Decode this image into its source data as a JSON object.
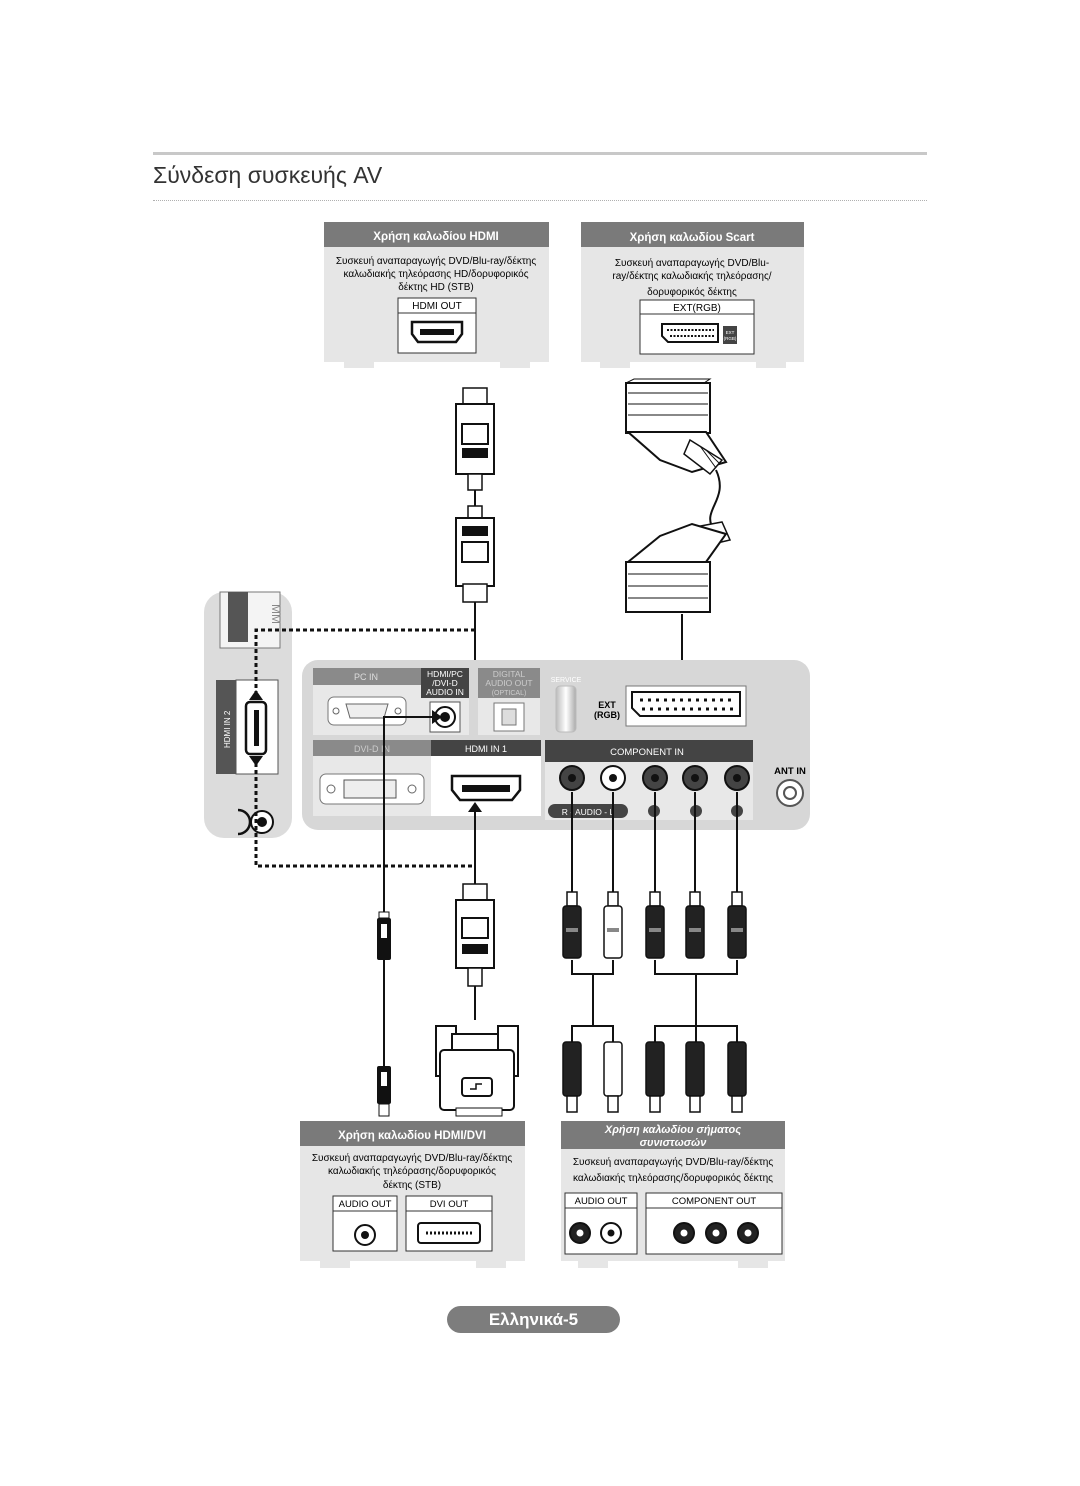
{
  "title": "Σύνδεση συσκευής AV",
  "page_label": "Ελληνικά-5",
  "boxes": {
    "hdmi": {
      "header": "Χρήση καλωδίου HDMI",
      "desc": [
        "Συσκευή αναπαραγωγής DVD/Blu-ray/δέκτης",
        "καλωδιακής τηλεόρασης HD/δορυφορικός",
        "δέκτης HD (STB)"
      ],
      "port_label": "HDMI OUT"
    },
    "scart": {
      "header": "Χρήση καλωδίου Scart",
      "desc": [
        "Συσκευή αναπαραγωγής DVD/Blu-",
        "ray/δέκτης καλωδιακής τηλεόρασης/",
        "δορυφορικός δέκτης"
      ],
      "port_label": "EXT(RGB)",
      "port_mini_label": [
        "EXT",
        "(RGB)"
      ]
    },
    "hdmi_dvi": {
      "header": "Χρήση καλωδίου HDMI/DVI",
      "desc": [
        "Συσκευή αναπαραγωγής DVD/Blu-ray/δέκτης",
        "καλωδιακής τηλεόρασης/δορυφορικός",
        "δέκτης (STB)"
      ],
      "port_labels": [
        "AUDIO OUT",
        "DVI OUT"
      ]
    },
    "component": {
      "header": [
        "Χρήση καλωδίου σήματος",
        "συνιστωσών"
      ],
      "desc": [
        "Συσκευή αναπαραγωγής DVD/Blu-ray/δέκτης",
        "καλωδιακής τηλεόρασης/δορυφορικός δέκτης"
      ],
      "port_labels": [
        "AUDIO OUT",
        "COMPONENT OUT"
      ]
    }
  },
  "tv_panel": {
    "side_label": "HDMI IN 2",
    "side_mark": "MM",
    "pc_in": "PC IN",
    "hdmi_pc_dvi": [
      "HDMI/PC",
      "/DVI-D",
      "AUDIO IN"
    ],
    "digital_audio_out": [
      "DIGITAL",
      "AUDIO OUT",
      "(OPTICAL)"
    ],
    "service": "SERVICE",
    "ext_rgb": [
      "EXT",
      "(RGB)"
    ],
    "dvi_d_in": "DVI-D IN",
    "hdmi_in_1": "HDMI IN 1",
    "component_in": "COMPONENT IN",
    "audio_row": "R - AUDIO - L",
    "ant_in": "ANT IN"
  },
  "colors": {
    "header_bar": "#7a7a7a",
    "box_fill": "#e6e6e6",
    "panel_fill": "#dcdcdc",
    "line": "#222222"
  }
}
